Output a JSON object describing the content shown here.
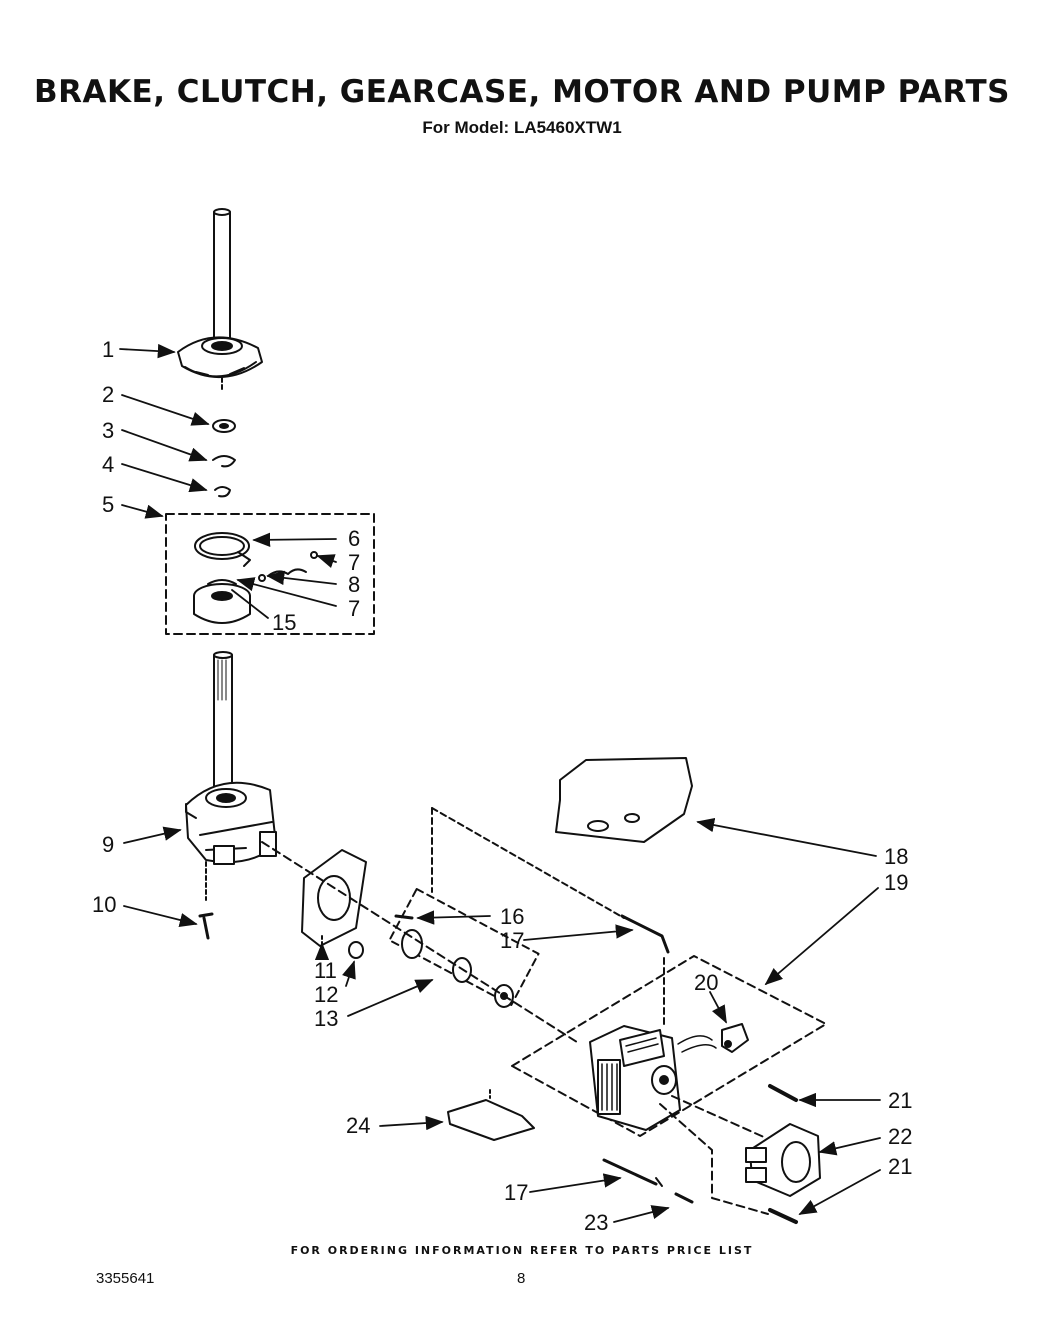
{
  "title": "BRAKE, CLUTCH, GEARCASE, MOTOR AND PUMP PARTS",
  "subtitle": "For Model: LA5460XTW1",
  "callouts": {
    "c1": "1",
    "c2": "2",
    "c3": "3",
    "c4": "4",
    "c5": "5",
    "c6": "6",
    "c7a": "7",
    "c8": "8",
    "c7b": "7",
    "c15": "15",
    "c9": "9",
    "c10": "10",
    "c11": "11",
    "c12": "12",
    "c13": "13",
    "c16": "16",
    "c17a": "17",
    "c18": "18",
    "c19": "19",
    "c20": "20",
    "c21a": "21",
    "c22": "22",
    "c21b": "21",
    "c24": "24",
    "c17b": "17",
    "c23": "23"
  },
  "footer_note": "FOR ORDERING INFORMATION REFER TO PARTS PRICE LIST",
  "doc_number": "3355641",
  "page_number": "8"
}
